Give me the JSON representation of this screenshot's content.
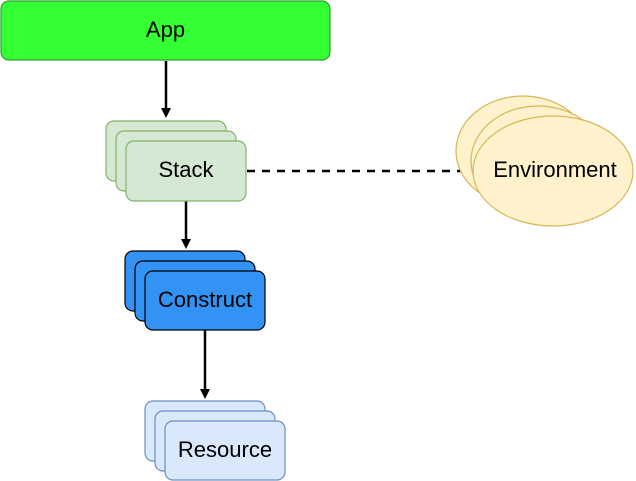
{
  "diagram": {
    "nodes": {
      "app": {
        "label": "App",
        "fill": "#33ff33",
        "stroke": "#2f9e2f"
      },
      "stack": {
        "label": "Stack",
        "fill": "#d5e8d4",
        "stroke": "#82b366"
      },
      "environment": {
        "label": "Environment",
        "fill": "#fff2cc",
        "stroke": "#d6b656"
      },
      "construct": {
        "label": "Construct",
        "fill": "#3393f5",
        "stroke": "#000000"
      },
      "resource": {
        "label": "Resource",
        "fill": "#dae8fc",
        "stroke": "#6c8ebf"
      }
    },
    "edges": [
      {
        "from": "App",
        "to": "Stack",
        "style": "arrow"
      },
      {
        "from": "Stack",
        "to": "Environment",
        "style": "dashed"
      },
      {
        "from": "Stack",
        "to": "Construct",
        "style": "arrow"
      },
      {
        "from": "Construct",
        "to": "Resource",
        "style": "arrow"
      }
    ]
  }
}
